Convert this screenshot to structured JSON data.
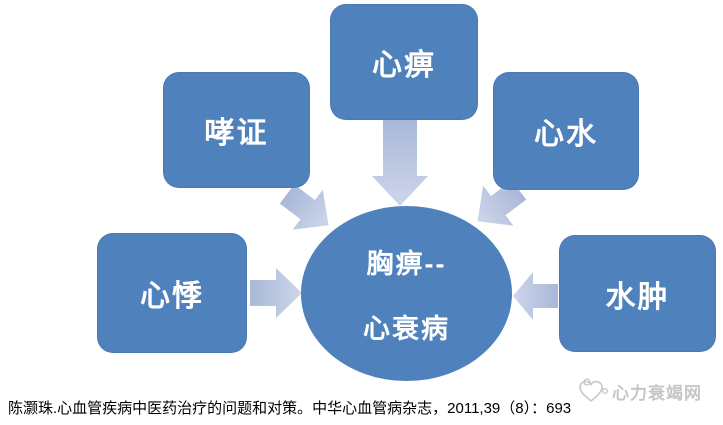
{
  "diagram": {
    "center": {
      "line1": "胸痹--",
      "line2": "心衰病"
    },
    "nodes": [
      {
        "id": "xinbi",
        "label": "心痹",
        "position": "top"
      },
      {
        "id": "xiaozheng",
        "label": "哮证",
        "position": "upper-left"
      },
      {
        "id": "xinshui",
        "label": "心水",
        "position": "upper-right"
      },
      {
        "id": "xinji",
        "label": "心悸",
        "position": "left"
      },
      {
        "id": "shuizhong",
        "label": "水肿",
        "position": "right"
      }
    ],
    "arrows": [
      {
        "from": "xinbi",
        "to": "center",
        "direction": "down"
      },
      {
        "from": "xiaozheng",
        "to": "center",
        "direction": "down-right"
      },
      {
        "from": "xinshui",
        "to": "center",
        "direction": "down-left"
      },
      {
        "from": "xinji",
        "to": "center",
        "direction": "right"
      },
      {
        "from": "shuizhong",
        "to": "center",
        "direction": "left"
      }
    ],
    "colors": {
      "node_fill": "#4f81bd",
      "node_text": "#ffffff",
      "arrow_start": "#a9b8d8",
      "arrow_end": "#cdd6ea",
      "background": "#ffffff",
      "footer_text": "#000000",
      "watermark_gray": "#c6c6c6"
    }
  },
  "footer": {
    "citation": "陈灏珠.心血管疾病中医药治疗的问题和对策。中华心血管病杂志，2011,39（8）：693"
  },
  "watermark": {
    "label": "心力衰竭网",
    "icon": "heart-logo-icon"
  }
}
